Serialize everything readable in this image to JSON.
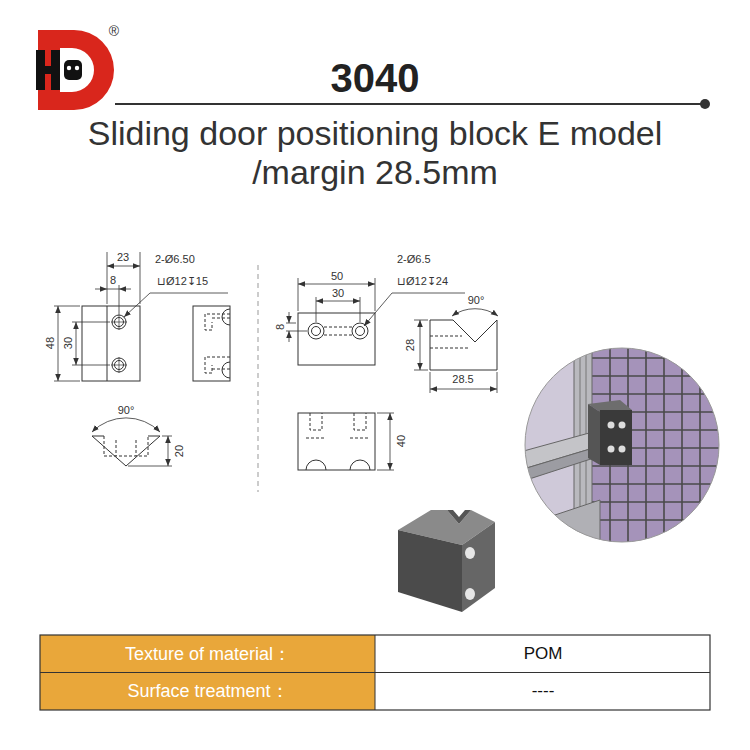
{
  "diagram": {
    "title": "3040",
    "labels": [
      "®",
      "Sliding door positioning block E model /margin 28.5mm",
      "23",
      "8",
      "2-Ø6.50",
      "⊔Ø12↧15",
      "48",
      "30",
      "90°",
      "20",
      "50",
      "30",
      "2-Ø6.5",
      "⊔Ø12↧24",
      "8",
      "90°",
      "28",
      "28.5",
      "40",
      "Texture of material：",
      "POM",
      "Surface treatment：",
      "----"
    ]
  }
}
